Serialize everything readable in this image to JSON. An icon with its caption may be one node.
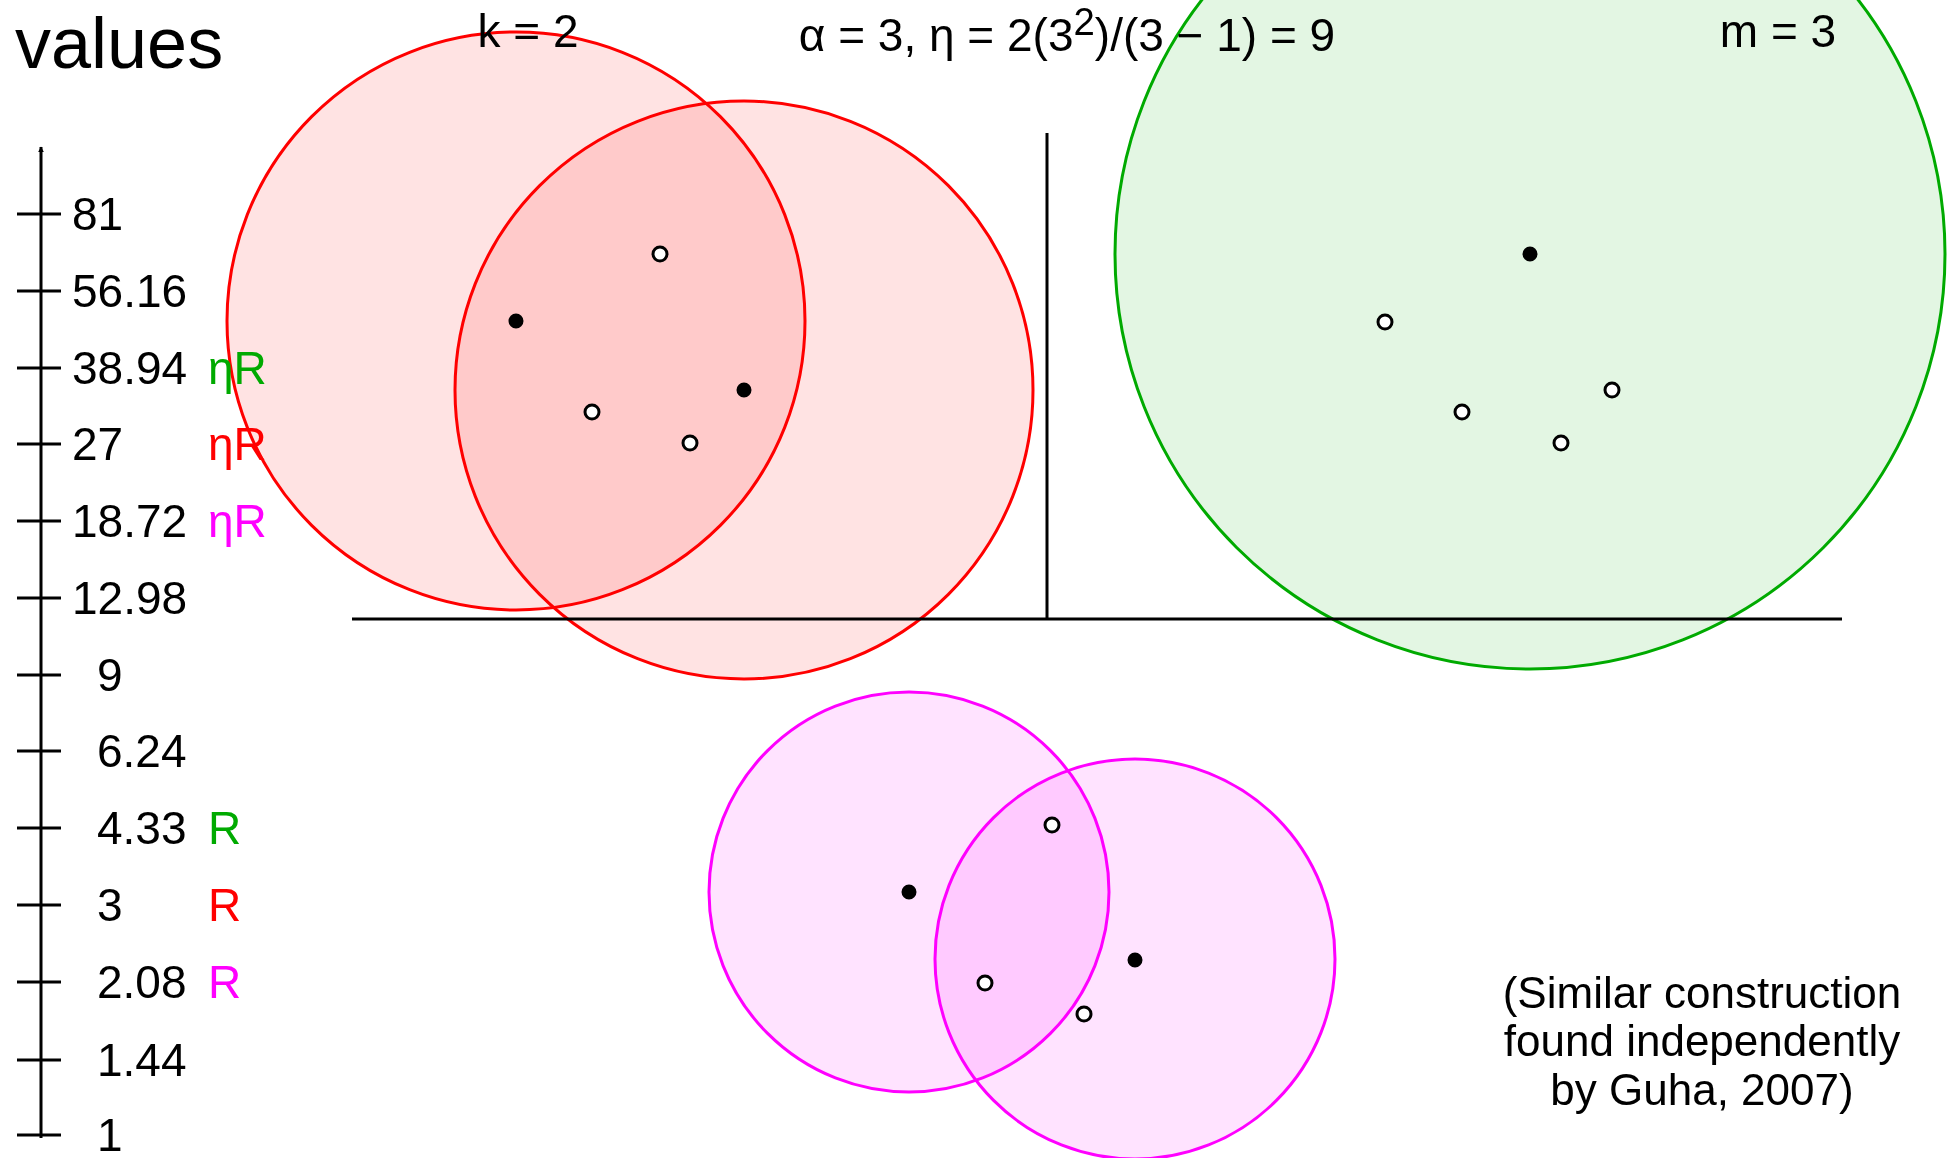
{
  "diagram": {
    "labels": [
      "values",
      "k = 2",
      "α = 3, η = 2(3$^{2}$)/(3 − 1) = 9",
      "m = 3",
      "81",
      "56.16",
      "38.94",
      "ηR",
      "27",
      "ηR",
      "18.72",
      "ηR",
      "12.98",
      "9",
      "6.24",
      "4.33",
      "R",
      "3",
      "R",
      "2.08",
      "R",
      "1.44",
      "1",
      "(Similar construction found independently by Guha, 2007)"
    ]
  }
}
